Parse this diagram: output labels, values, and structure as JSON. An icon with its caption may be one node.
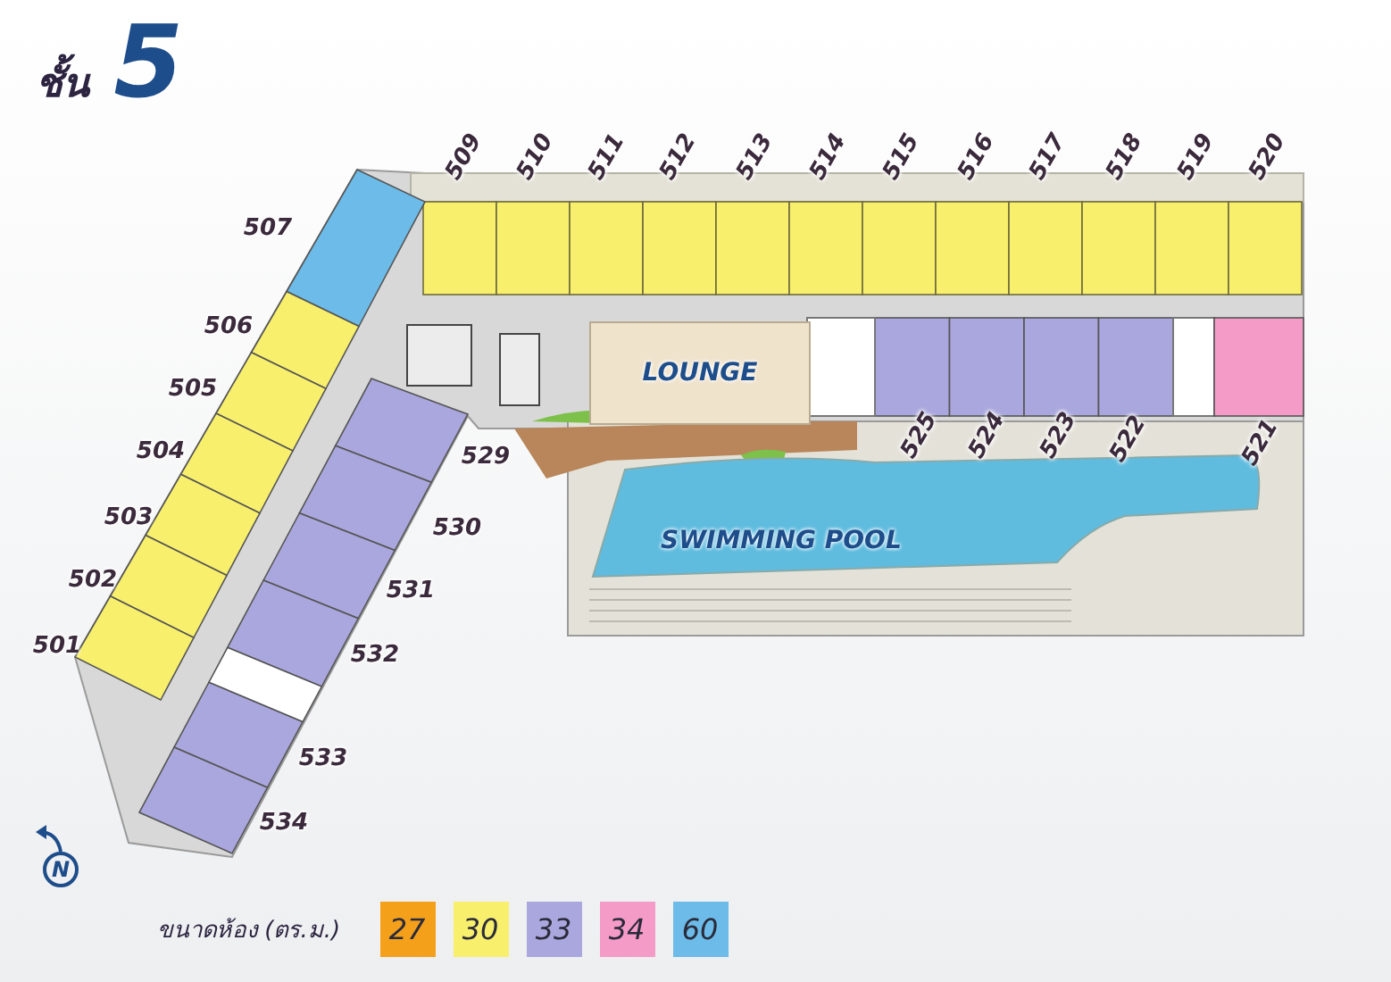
{
  "diagram": {
    "title": "ชั้น 5",
    "nodes": [
      {
        "text": [
          "LOUNGE"
        ]
      },
      {
        "text": [
          "SWIMMING POOL"
        ]
      }
    ],
    "labels": [
      "509",
      "510",
      "511",
      "512",
      "513",
      "514",
      "515",
      "516",
      "517",
      "518",
      "519",
      "520",
      "507",
      "506",
      "505",
      "504",
      "503",
      "502",
      "501",
      "529",
      "530",
      "531",
      "532",
      "533",
      "534",
      "525",
      "524",
      "523",
      "522",
      "521",
      "N",
      "ขนาดห้อง (ตร.ม.)"
    ],
    "legend": [
      {
        "text": "27",
        "color": "#f5a01a"
      },
      {
        "text": "30",
        "color": "#f8ef6c"
      },
      {
        "text": "33",
        "color": "#a9a7dd"
      },
      {
        "text": "34",
        "color": "#f49bc7"
      },
      {
        "text": "60",
        "color": "#6cbbe8"
      }
    ]
  }
}
